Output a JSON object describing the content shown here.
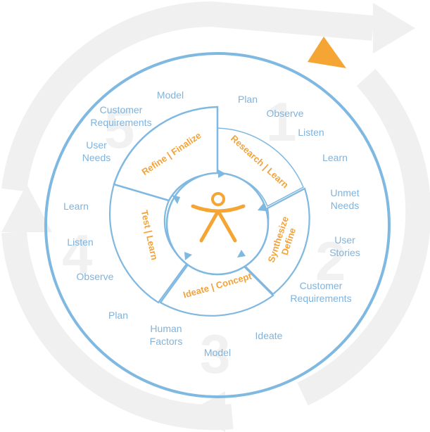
{
  "colors": {
    "ring_blue": "#7fb8e0",
    "orange": "#f5a533",
    "cycle_gray": "#f0f0f0",
    "label_blue": "#7fb3dc",
    "numeral_gray": "#efefef"
  },
  "phases": [
    {
      "number": "1",
      "items": [
        "Plan",
        "Observe",
        "Listen",
        "Learn"
      ]
    },
    {
      "number": "2",
      "items": [
        "Unmet\nNeeds",
        "User\nStories",
        "Customer\nRequirements"
      ]
    },
    {
      "number": "3",
      "items": [
        "Ideate",
        "Model",
        "Human\nFactors",
        "Plan"
      ]
    },
    {
      "number": "4",
      "items": [
        "Observe",
        "Listen",
        "Learn"
      ]
    },
    {
      "number": "5",
      "items": [
        "User\nNeeds",
        "Customer\nRequirements",
        "Model"
      ]
    }
  ],
  "stages": [
    {
      "name": "research",
      "label": "Research | Learn"
    },
    {
      "name": "synthesize",
      "label": "Synthesize\nDefine"
    },
    {
      "name": "ideate",
      "label": "Ideate | Concept"
    },
    {
      "name": "test",
      "label": "Test | Learn"
    },
    {
      "name": "refine",
      "label": "Refine | Finalize"
    }
  ],
  "icons": {
    "center": "person-figure-icon",
    "cycle_arrow": "cycle-arrow-icon",
    "orange_marker": "orange-triangle-icon"
  }
}
